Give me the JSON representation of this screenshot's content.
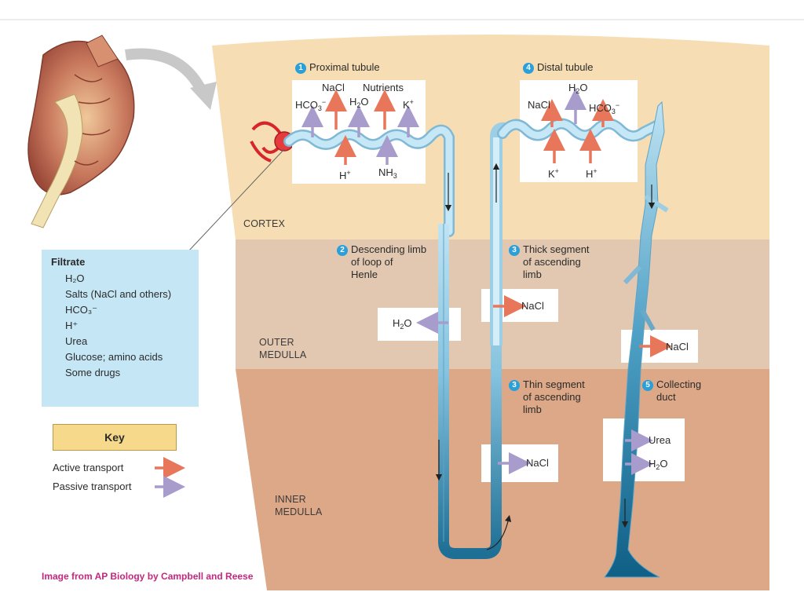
{
  "zones": {
    "cortex": "CORTEX",
    "outer_medulla": [
      "OUTER",
      "MEDULLA"
    ],
    "inner_medulla": [
      "INNER",
      "MEDULLA"
    ]
  },
  "steps": {
    "proximal": {
      "num": "1",
      "label": "Proximal tubule"
    },
    "descending": {
      "num": "2",
      "lines": [
        "Descending limb",
        "of loop of",
        "Henle"
      ]
    },
    "thick_ascending": {
      "num": "3",
      "lines": [
        "Thick segment",
        "of ascending",
        "limb"
      ]
    },
    "thin_ascending": {
      "num": "3",
      "lines": [
        "Thin segment",
        "of ascending",
        "limb"
      ]
    },
    "distal": {
      "num": "4",
      "label": "Distal tubule"
    },
    "collecting": {
      "num": "5",
      "lines": [
        "Collecting",
        "duct"
      ]
    }
  },
  "proximal_labels": {
    "hco3": "HCO",
    "nacl": "NaCl",
    "h2o": "H",
    "nutrients": "Nutrients",
    "k": "K",
    "h": "H",
    "nh3": "NH"
  },
  "distal_labels": {
    "nacl": "NaCl",
    "h2o": "H",
    "hco3": "HCO",
    "k": "K",
    "h": "H"
  },
  "box_labels": {
    "desc_h2o": "H",
    "thick_nacl": "NaCl",
    "outer_cd_nacl": "NaCl",
    "thin_nacl": "NaCl",
    "urea": "Urea",
    "cd_h2o": "H"
  },
  "filtrate": {
    "title": "Filtrate",
    "items": [
      "H₂O",
      "Salts (NaCl and others)",
      "HCO₃⁻",
      "H⁺",
      "Urea",
      "Glucose; amino acids",
      "Some drugs"
    ]
  },
  "key": {
    "title": "Key",
    "active": "Active transport",
    "passive": "Passive transport"
  },
  "caption": "Image from AP Biology by Campbell and Reese",
  "colors": {
    "cortex": "#f7ddb3",
    "outer_medulla": "#e2c8b0",
    "inner_medulla": "#dca887",
    "active_arrow": "#e8765a",
    "passive_arrow": "#a89ccd",
    "tubule_light": "#bfe3f3",
    "tubule_dark": "#1e6f95",
    "filtrate_bg": "#c5e6f5",
    "key_bg": "#f6d98a",
    "caption": "#c2287e",
    "step_circle": "#2a9fd8"
  }
}
